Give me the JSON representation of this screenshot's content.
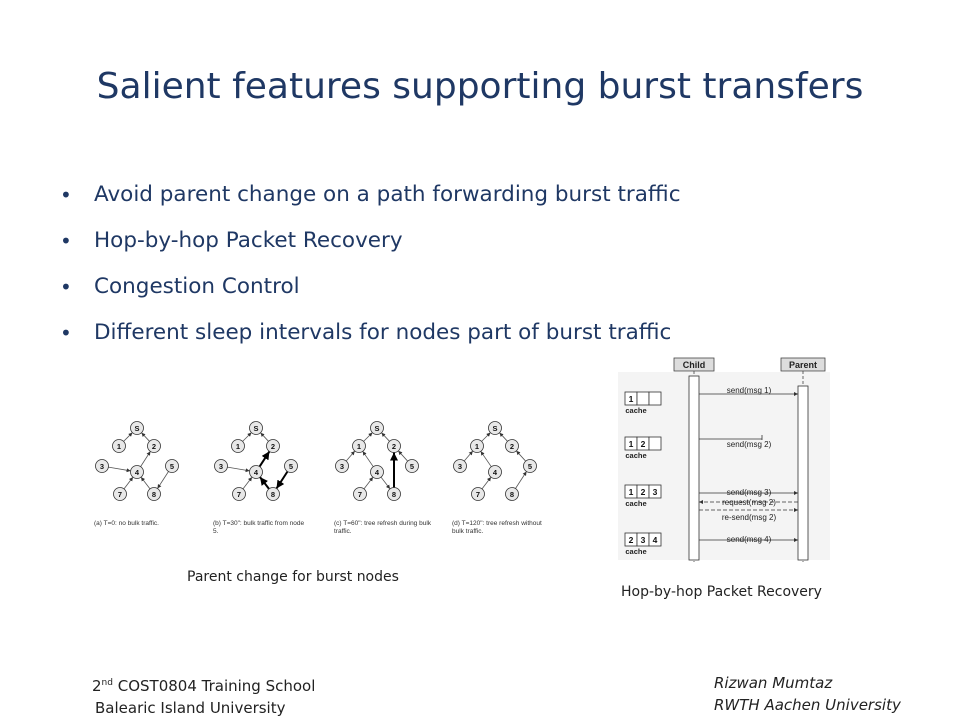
{
  "slide": {
    "title": "Salient features supporting burst transfers",
    "bullets": [
      "Avoid parent change on a path forwarding burst traffic",
      "Hop-by-hop Packet Recovery",
      "Congestion Control",
      "Different sleep intervals for nodes part of burst traffic"
    ]
  },
  "figure_left": {
    "caption": "Parent change for burst nodes",
    "node_labels": [
      "S",
      "1",
      "2",
      "3",
      "4",
      "5",
      "7",
      "8"
    ],
    "panels": [
      {
        "caption_line1": "(a) T=0: no bulk traffic.",
        "caption_line2": ""
      },
      {
        "caption_line1": "(b) T=30\": bulk traffic from node",
        "caption_line2": "5."
      },
      {
        "caption_line1": "(c) T=60\": tree refresh during bulk",
        "caption_line2": "traffic."
      },
      {
        "caption_line1": "(d) T=120\": tree refresh without",
        "caption_line2": "bulk traffic."
      }
    ]
  },
  "figure_right": {
    "caption": "Hop-by-hop Packet Recovery",
    "child_label": "Child",
    "parent_label": "Parent",
    "cache_label": "cache",
    "caches": [
      [
        "1",
        "",
        ""
      ],
      [
        "1",
        "2",
        ""
      ],
      [
        "1",
        "2",
        "3"
      ],
      [
        "2",
        "3",
        "4"
      ]
    ],
    "messages": [
      "send(msg 1)",
      "send(msg 2)",
      "send(msg 3)",
      "request(msg 2)",
      "re-send(msg 2)",
      "send(msg 4)"
    ]
  },
  "footer": {
    "left_line1_prefix": "2",
    "left_line1_sup": "nd",
    "left_line1_rest": " COST0804 Training School",
    "left_line2": "Balearic Island University",
    "right_line1": "Rizwan Mumtaz",
    "right_line2": "RWTH Aachen University"
  },
  "colors": {
    "title": "#1f3864",
    "bullet_text": "#1f3864"
  }
}
